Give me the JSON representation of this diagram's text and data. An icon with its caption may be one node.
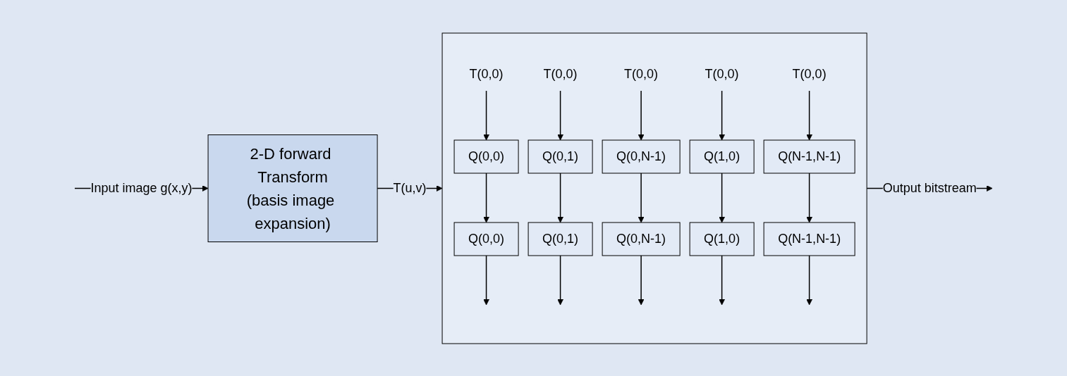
{
  "diagram": {
    "nodes": [
      {
        "text": [
          "2-D forward Transform",
          "(basis image expansion)"
        ]
      },
      {
        "text": [],
        "shape": "box"
      },
      {
        "text": [
          "T(0,0)"
        ],
        "in": 1
      },
      {
        "text": [
          "Q(0,0)"
        ],
        "in": 1
      },
      {
        "text": [
          "Q(0,0)"
        ],
        "in": 1
      },
      {
        "text": [
          "T(0,0)"
        ],
        "in": 1
      },
      {
        "text": [
          "Q(0,1)"
        ],
        "in": 1
      },
      {
        "text": [
          "Q(0,1)"
        ],
        "in": 1
      },
      {
        "text": [
          "T(0,0)"
        ],
        "in": 1
      },
      {
        "text": [
          "Q(0,N-1)"
        ],
        "in": 1
      },
      {
        "text": [
          "Q(0,N-1)"
        ],
        "in": 1
      },
      {
        "text": [
          "T(0,0)"
        ],
        "in": 1
      },
      {
        "text": [
          "Q(1,0)"
        ],
        "in": 1
      },
      {
        "text": [
          "Q(1,0)"
        ],
        "in": 1
      },
      {
        "text": [
          "T(0,0)"
        ],
        "in": 1
      },
      {
        "text": [
          "Q(N-1,N-1)"
        ],
        "in": 1
      },
      {
        "text": [
          "Q(N-1,N-1)"
        ],
        "in": 1
      }
    ],
    "edges": [
      {
        "from": null,
        "to": 0,
        "arrow": "to",
        "label": "Input image g(x,y)"
      },
      {
        "from": 0,
        "to": 1,
        "arrow": "to",
        "label": "T(u,v)"
      },
      {
        "from": 1,
        "to": null,
        "arrow": "to",
        "label": "Output bitstream"
      },
      {
        "from": 2,
        "to": 3,
        "arrow": "to"
      },
      {
        "from": 3,
        "to": 4,
        "arrow": "to"
      },
      {
        "from": 4,
        "to": null,
        "arrow": "to"
      },
      {
        "from": 5,
        "to": 6,
        "arrow": "to"
      },
      {
        "from": 6,
        "to": 7,
        "arrow": "to"
      },
      {
        "from": 7,
        "to": null,
        "arrow": "to"
      },
      {
        "from": 8,
        "to": 9,
        "arrow": "to"
      },
      {
        "from": 9,
        "to": 10,
        "arrow": "to"
      },
      {
        "from": 10,
        "to": null,
        "arrow": "to"
      },
      {
        "from": 11,
        "to": 12,
        "arrow": "to"
      },
      {
        "from": 12,
        "to": 13,
        "arrow": "to"
      },
      {
        "from": 13,
        "to": null,
        "arrow": "to"
      },
      {
        "from": 14,
        "to": 15,
        "arrow": "to"
      },
      {
        "from": 15,
        "to": 16,
        "arrow": "to"
      },
      {
        "from": 16,
        "to": null,
        "arrow": "to"
      }
    ]
  }
}
